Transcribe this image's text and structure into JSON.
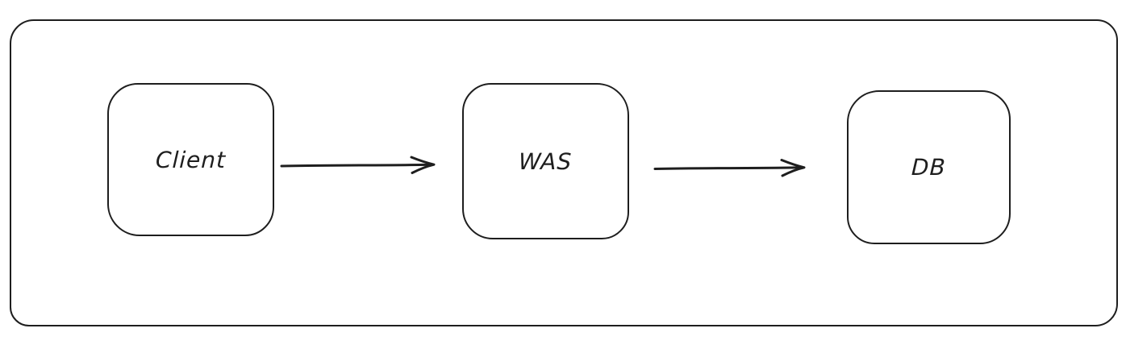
{
  "diagram": {
    "background_color": "#ffffff",
    "stroke_color": "#1e1e1e",
    "style": "hand-drawn-sketch",
    "frame": {
      "shape": "rounded-rectangle"
    },
    "nodes": [
      {
        "id": "client",
        "label": "Client",
        "shape": "rounded-rectangle"
      },
      {
        "id": "was",
        "label": "WAS",
        "shape": "rounded-rectangle"
      },
      {
        "id": "db",
        "label": "DB",
        "shape": "rounded-rectangle"
      }
    ],
    "edges": [
      {
        "from": "client",
        "to": "was",
        "type": "arrow",
        "direction": "right"
      },
      {
        "from": "was",
        "to": "db",
        "type": "arrow",
        "direction": "right"
      }
    ]
  }
}
